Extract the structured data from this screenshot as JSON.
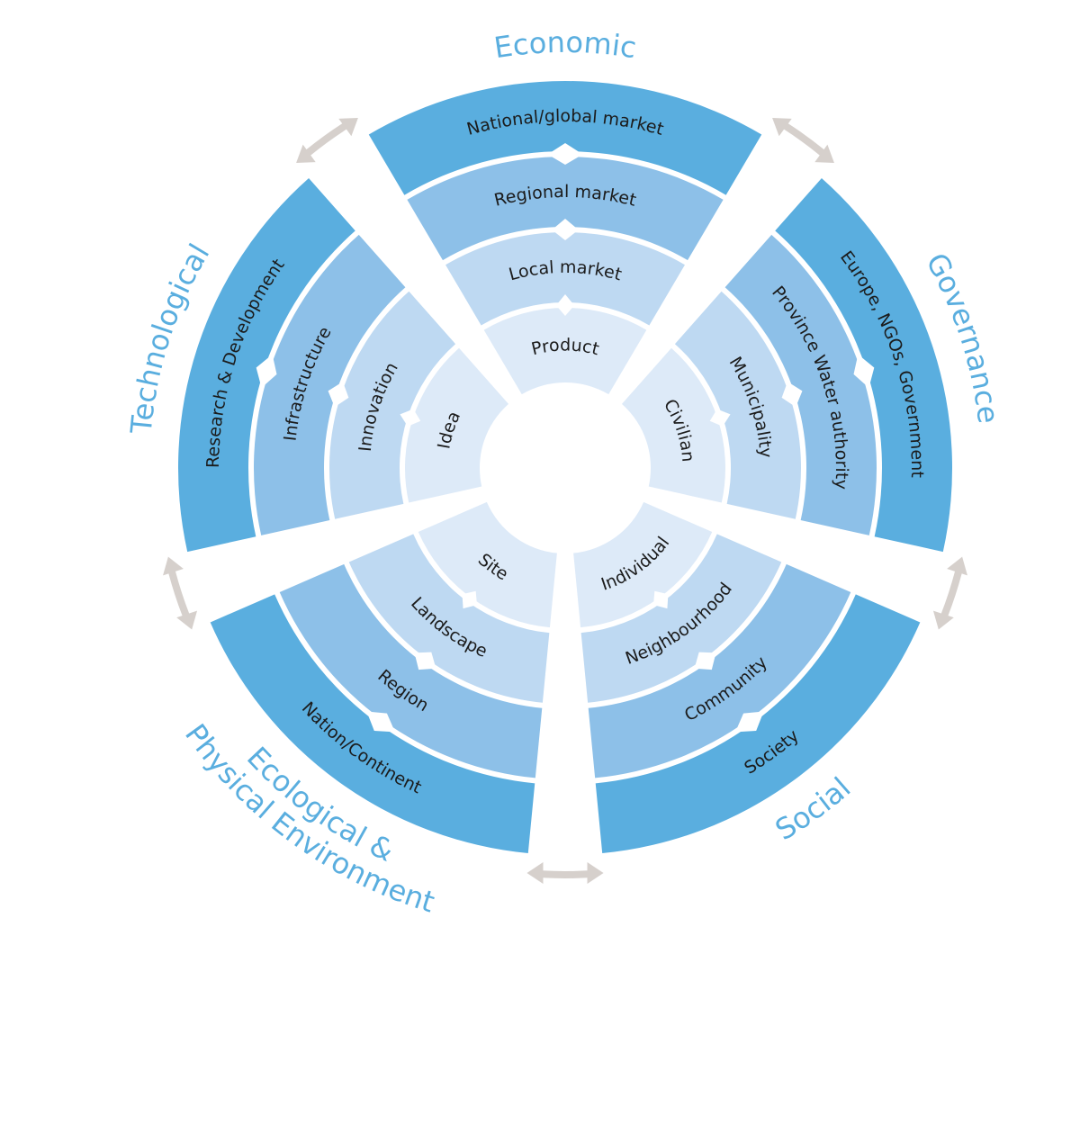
{
  "diagram": {
    "sectors": [
      {
        "key": "economic",
        "title_lines": [
          "Economic"
        ],
        "rings": [
          "Product",
          "Local market",
          "Regional market",
          "National/global market"
        ]
      },
      {
        "key": "governance",
        "title_lines": [
          "Governance"
        ],
        "rings": [
          "Civilian",
          "Municipality",
          "Province Water authority",
          "Europe, NGOs, Government"
        ]
      },
      {
        "key": "social",
        "title_lines": [
          "Social"
        ],
        "rings": [
          "Individual",
          "Neighbourhood",
          "Community",
          "Society"
        ]
      },
      {
        "key": "ecological",
        "title_lines": [
          "Ecological &",
          "Physical Environment"
        ],
        "rings": [
          "Site",
          "Landscape",
          "Region",
          "Nation/Continent"
        ]
      },
      {
        "key": "technological",
        "title_lines": [
          "Technological"
        ],
        "rings": [
          "Idea",
          "Innovation",
          "Infrastructure",
          "Research & Development"
        ]
      }
    ],
    "colors": {
      "ring_fills": [
        "#ddeaf8",
        "#bed9f2",
        "#8dc0e8",
        "#5aaedf"
      ],
      "title": "#5aaedf",
      "label": "#1b1b1b",
      "arrow": "#d6d0cc",
      "background": "#ffffff"
    },
    "arrows": [
      "economic-governance",
      "governance-social",
      "social-ecological",
      "ecological-technological",
      "technological-economic"
    ]
  }
}
